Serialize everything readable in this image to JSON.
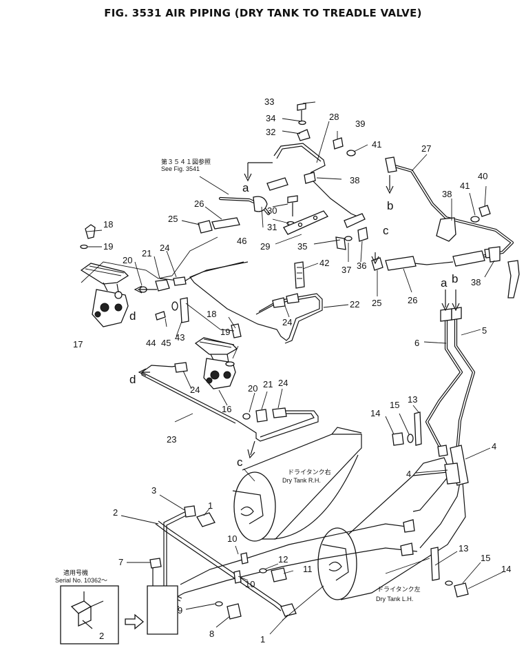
{
  "title": "FIG. 3531  AIR PIPING (DRY TANK TO TREADLE VALVE)",
  "callouts": {
    "c1a": "1",
    "c1b": "1",
    "c2a": "2",
    "c2b": "2",
    "c3": "3",
    "c4a": "4",
    "c4b": "4",
    "c5": "5",
    "c6": "6",
    "c7": "7",
    "c8": "8",
    "c9": "9",
    "c10a": "10",
    "c10b": "10",
    "c11": "11",
    "c12": "12",
    "c13a": "13",
    "c13b": "13",
    "c14a": "14",
    "c14b": "14",
    "c15a": "15",
    "c15b": "15",
    "c16": "16",
    "c17": "17",
    "c18a": "18",
    "c18b": "18",
    "c19a": "19",
    "c19b": "19",
    "c20a": "20",
    "c20b": "20",
    "c21a": "21",
    "c21b": "21",
    "c22": "22",
    "c23": "23",
    "c24a": "24",
    "c24b": "24",
    "c24c": "24",
    "c24d": "24",
    "c25a": "25",
    "c25b": "25",
    "c26a": "26",
    "c26b": "26",
    "c27": "27",
    "c28": "28",
    "c29": "29",
    "c30": "30",
    "c31": "31",
    "c32": "32",
    "c33": "33",
    "c34": "34",
    "c35": "35",
    "c36": "36",
    "c37": "37",
    "c38a": "38",
    "c38b": "38",
    "c38c": "38",
    "c39": "39",
    "c40": "40",
    "c41a": "41",
    "c41b": "41",
    "c42": "42",
    "c43": "43",
    "c44": "44",
    "c45": "45",
    "c46": "46"
  },
  "letters": {
    "a1": "a",
    "a2": "a",
    "b1": "b",
    "b2": "b",
    "c1": "c",
    "c2": "c",
    "d1": "d",
    "d2": "d"
  },
  "notes": {
    "see_fig_jp": "第３５４１図参照",
    "see_fig": "See Fig. 3541",
    "rh_jp": "ドライタンク右",
    "rh": "Dry Tank R.H.",
    "lh_jp": "ドライタンク左",
    "lh": "Dry Tank L.H.",
    "serial_jp": "適用号機",
    "serial": "Serial No. 10362～"
  }
}
